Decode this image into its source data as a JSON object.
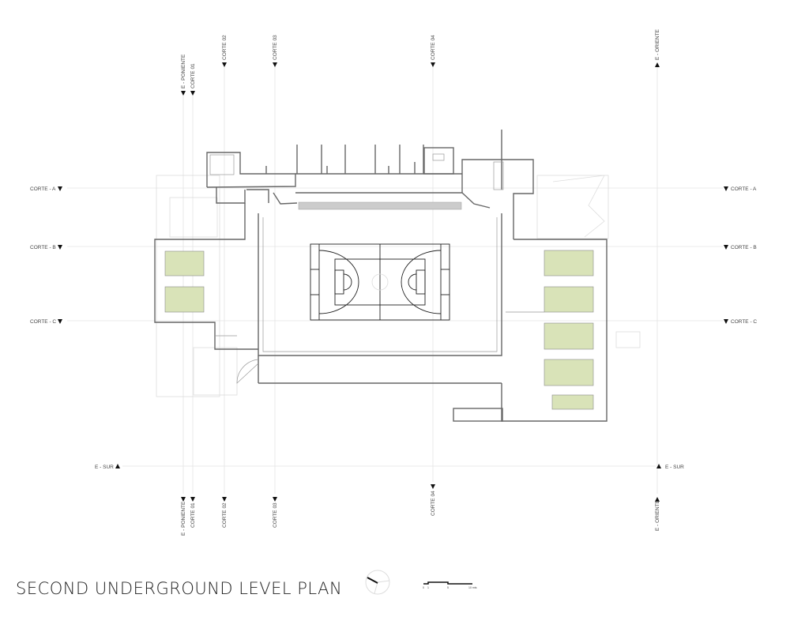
{
  "title": "SECOND UNDERGROUND LEVEL PLAN",
  "section_labels": {
    "vertical_top": [
      "E - PONIENTE",
      "CORTE 01",
      "CORTE 02",
      "CORTE 03",
      "CORTE 04",
      "E - ORIENTE"
    ],
    "vertical_bottom": [
      "E - PONIENTE",
      "CORTE 01",
      "CORTE 02",
      "CORTE 03",
      "CORTE 04",
      "E - ORIENTE"
    ],
    "horizontal_left": [
      "CORTE - A",
      "CORTE - B",
      "CORTE - C",
      "E - SUR"
    ],
    "horizontal_right": [
      "CORTE - A",
      "CORTE - B",
      "CORTE - C",
      "E - SUR"
    ]
  },
  "scale_bar": {
    "ticks": [
      "0",
      "1",
      "5",
      "10 mts"
    ]
  },
  "icons": {
    "north_arrow": "north-arrow-icon",
    "section_marker": "triangle-marker-icon"
  },
  "colors": {
    "green_room": "#d9e3b8",
    "walls": "#666666",
    "court_lines": "#222222"
  }
}
